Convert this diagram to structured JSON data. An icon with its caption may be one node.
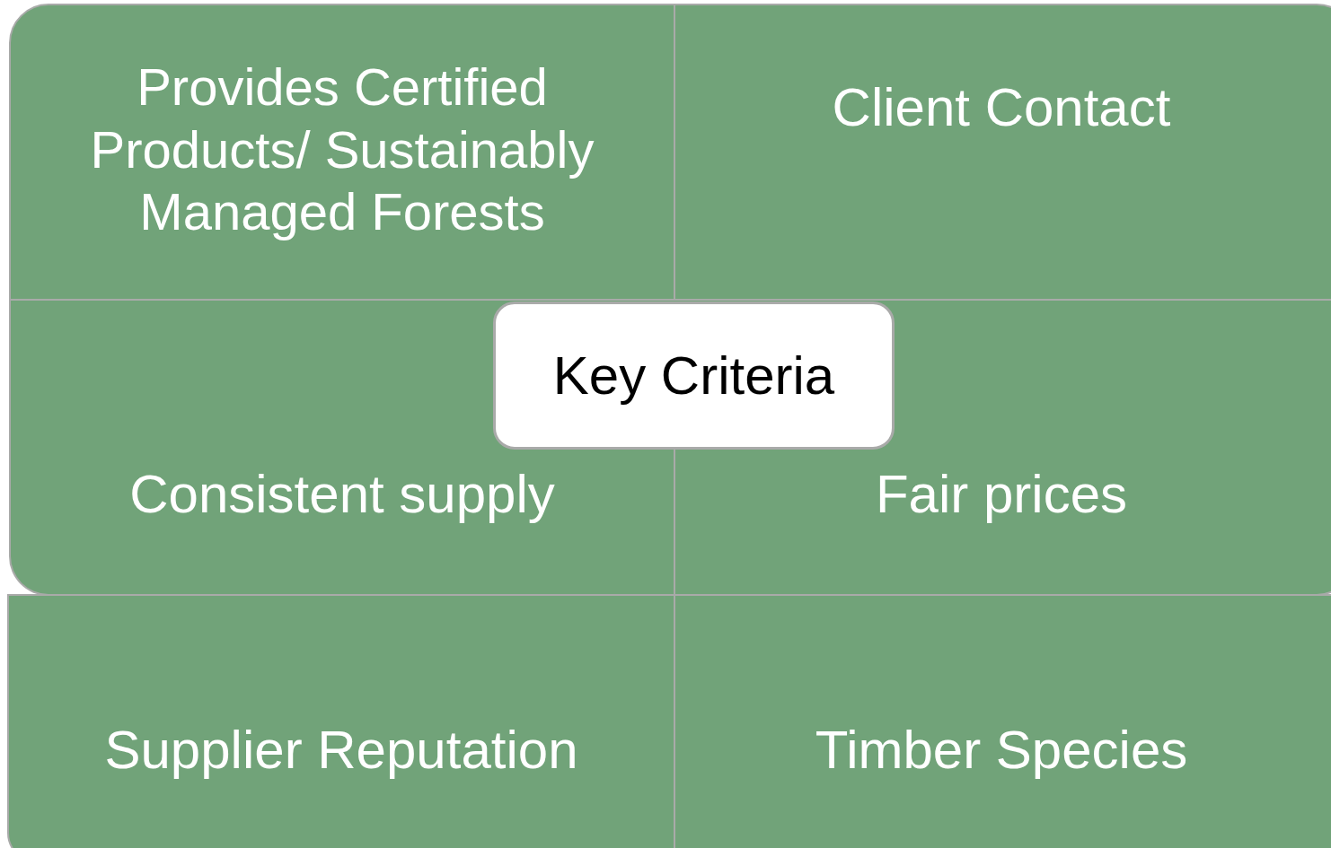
{
  "diagram": {
    "nodes": [
      {
        "text": [
          "Provides Certified Products/ Sustainably Managed Forests"
        ]
      },
      {
        "text": [
          "Client Contact"
        ]
      },
      {
        "text": [
          "Consistent supply"
        ]
      },
      {
        "text": [
          "Fair prices"
        ]
      },
      {
        "text": [
          "Supplier Reputation"
        ]
      },
      {
        "text": [
          "Timber Species"
        ]
      },
      {
        "text": [
          "Key Criteria"
        ]
      }
    ]
  }
}
